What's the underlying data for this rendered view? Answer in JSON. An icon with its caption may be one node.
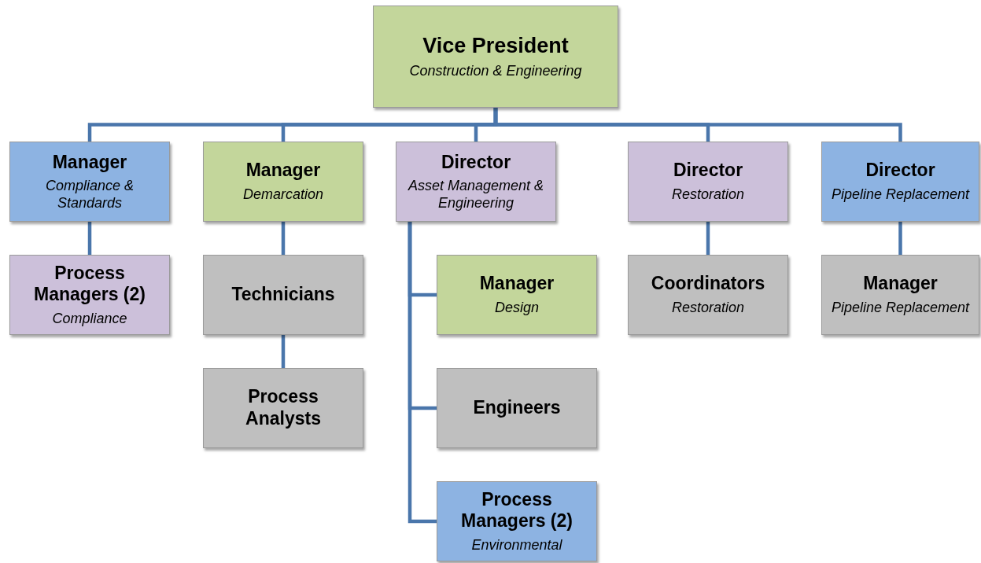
{
  "diagram": {
    "nodes": [
      {
        "text": [
          "Vice President",
          "Construction & Engineering"
        ]
      },
      {
        "text": [
          "Manager",
          "Compliance & Standards"
        ]
      },
      {
        "text": [
          "Manager",
          "Demarcation"
        ]
      },
      {
        "text": [
          "Director",
          "Asset Management & Engineering"
        ]
      },
      {
        "text": [
          "Director",
          "Restoration"
        ]
      },
      {
        "text": [
          "Director",
          "Pipeline Replacement"
        ]
      },
      {
        "text": [
          "Process Managers (2)",
          "Compliance"
        ]
      },
      {
        "text": [
          "Technicians"
        ]
      },
      {
        "text": [
          "Process Analysts"
        ]
      },
      {
        "text": [
          "Manager",
          "Design"
        ]
      },
      {
        "text": [
          "Engineers"
        ]
      },
      {
        "text": [
          "Process Managers (2)",
          "Environmental"
        ]
      },
      {
        "text": [
          "Coordinators",
          "Restoration"
        ]
      },
      {
        "text": [
          "Manager",
          "Pipeline Replacement"
        ]
      }
    ],
    "edges": [
      {
        "from": 0,
        "to": 1,
        "arrow": "none"
      },
      {
        "from": 0,
        "to": 2,
        "arrow": "none"
      },
      {
        "from": 0,
        "to": 3,
        "arrow": "none"
      },
      {
        "from": 0,
        "to": 4,
        "arrow": "none"
      },
      {
        "from": 0,
        "to": 5,
        "arrow": "none"
      },
      {
        "from": 1,
        "to": 6,
        "arrow": "none"
      },
      {
        "from": 2,
        "to": 7,
        "arrow": "none"
      },
      {
        "from": 7,
        "to": 8,
        "arrow": "none"
      },
      {
        "from": 3,
        "to": 9,
        "arrow": "none"
      },
      {
        "from": 3,
        "to": 10,
        "arrow": "none"
      },
      {
        "from": 3,
        "to": 11,
        "arrow": "none"
      },
      {
        "from": 4,
        "to": 12,
        "arrow": "none"
      },
      {
        "from": 5,
        "to": 13,
        "arrow": "none"
      }
    ]
  }
}
